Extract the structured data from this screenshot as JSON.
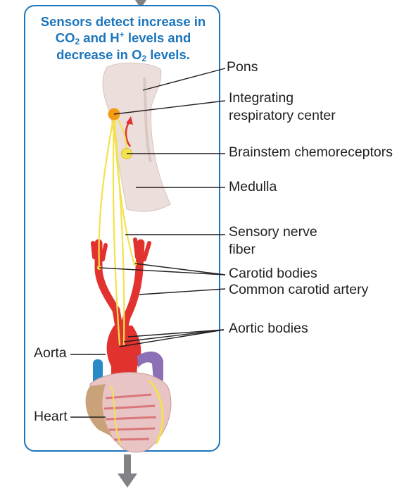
{
  "header": {
    "title_line1": "Sensors detect increase in",
    "title_line2_a": "CO",
    "title_line2_sub": "2",
    "title_line2_b": " and H",
    "title_line2_sup": "+",
    "title_line2_c": " levels and",
    "title_line3_a": "decrease in O",
    "title_line3_sub": "2",
    "title_line3_b": " levels."
  },
  "labels": {
    "pons": "Pons",
    "integrating_1": "Integrating",
    "integrating_2": "respiratory center",
    "brainstem": "Brainstem chemoreceptors",
    "medulla": "Medulla",
    "sensory_1": "Sensory nerve",
    "sensory_2": "fiber",
    "carotid_bodies": "Carotid bodies",
    "common_carotid": "Common carotid artery",
    "aortic_bodies": "Aortic bodies",
    "aorta": "Aorta",
    "heart": "Heart"
  },
  "colors": {
    "panel_border": "#1b75bc",
    "title": "#1b75bc",
    "artery": "#e2322f",
    "nerve": "#f3e24c",
    "brain": "#ecdfdb",
    "arrow": "#808285"
  }
}
